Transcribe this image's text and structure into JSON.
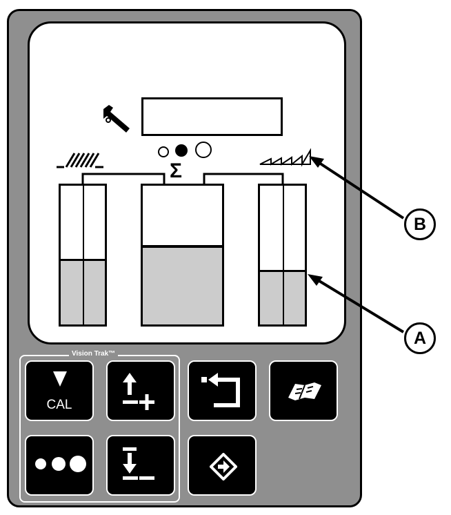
{
  "panel": {
    "brand_label": "Vision Trak™"
  },
  "display": {
    "sigma_symbol": "Σ"
  },
  "keys": {
    "cal_label": "CAL"
  },
  "callouts": {
    "a": "A",
    "b": "B"
  },
  "gauges": {
    "left_fill": 0.46,
    "center_fill": 0.55,
    "right_fill": 0.38
  },
  "colors": {
    "panel": "#8f8f8f",
    "key": "#000000",
    "fill": "#cccccc"
  }
}
